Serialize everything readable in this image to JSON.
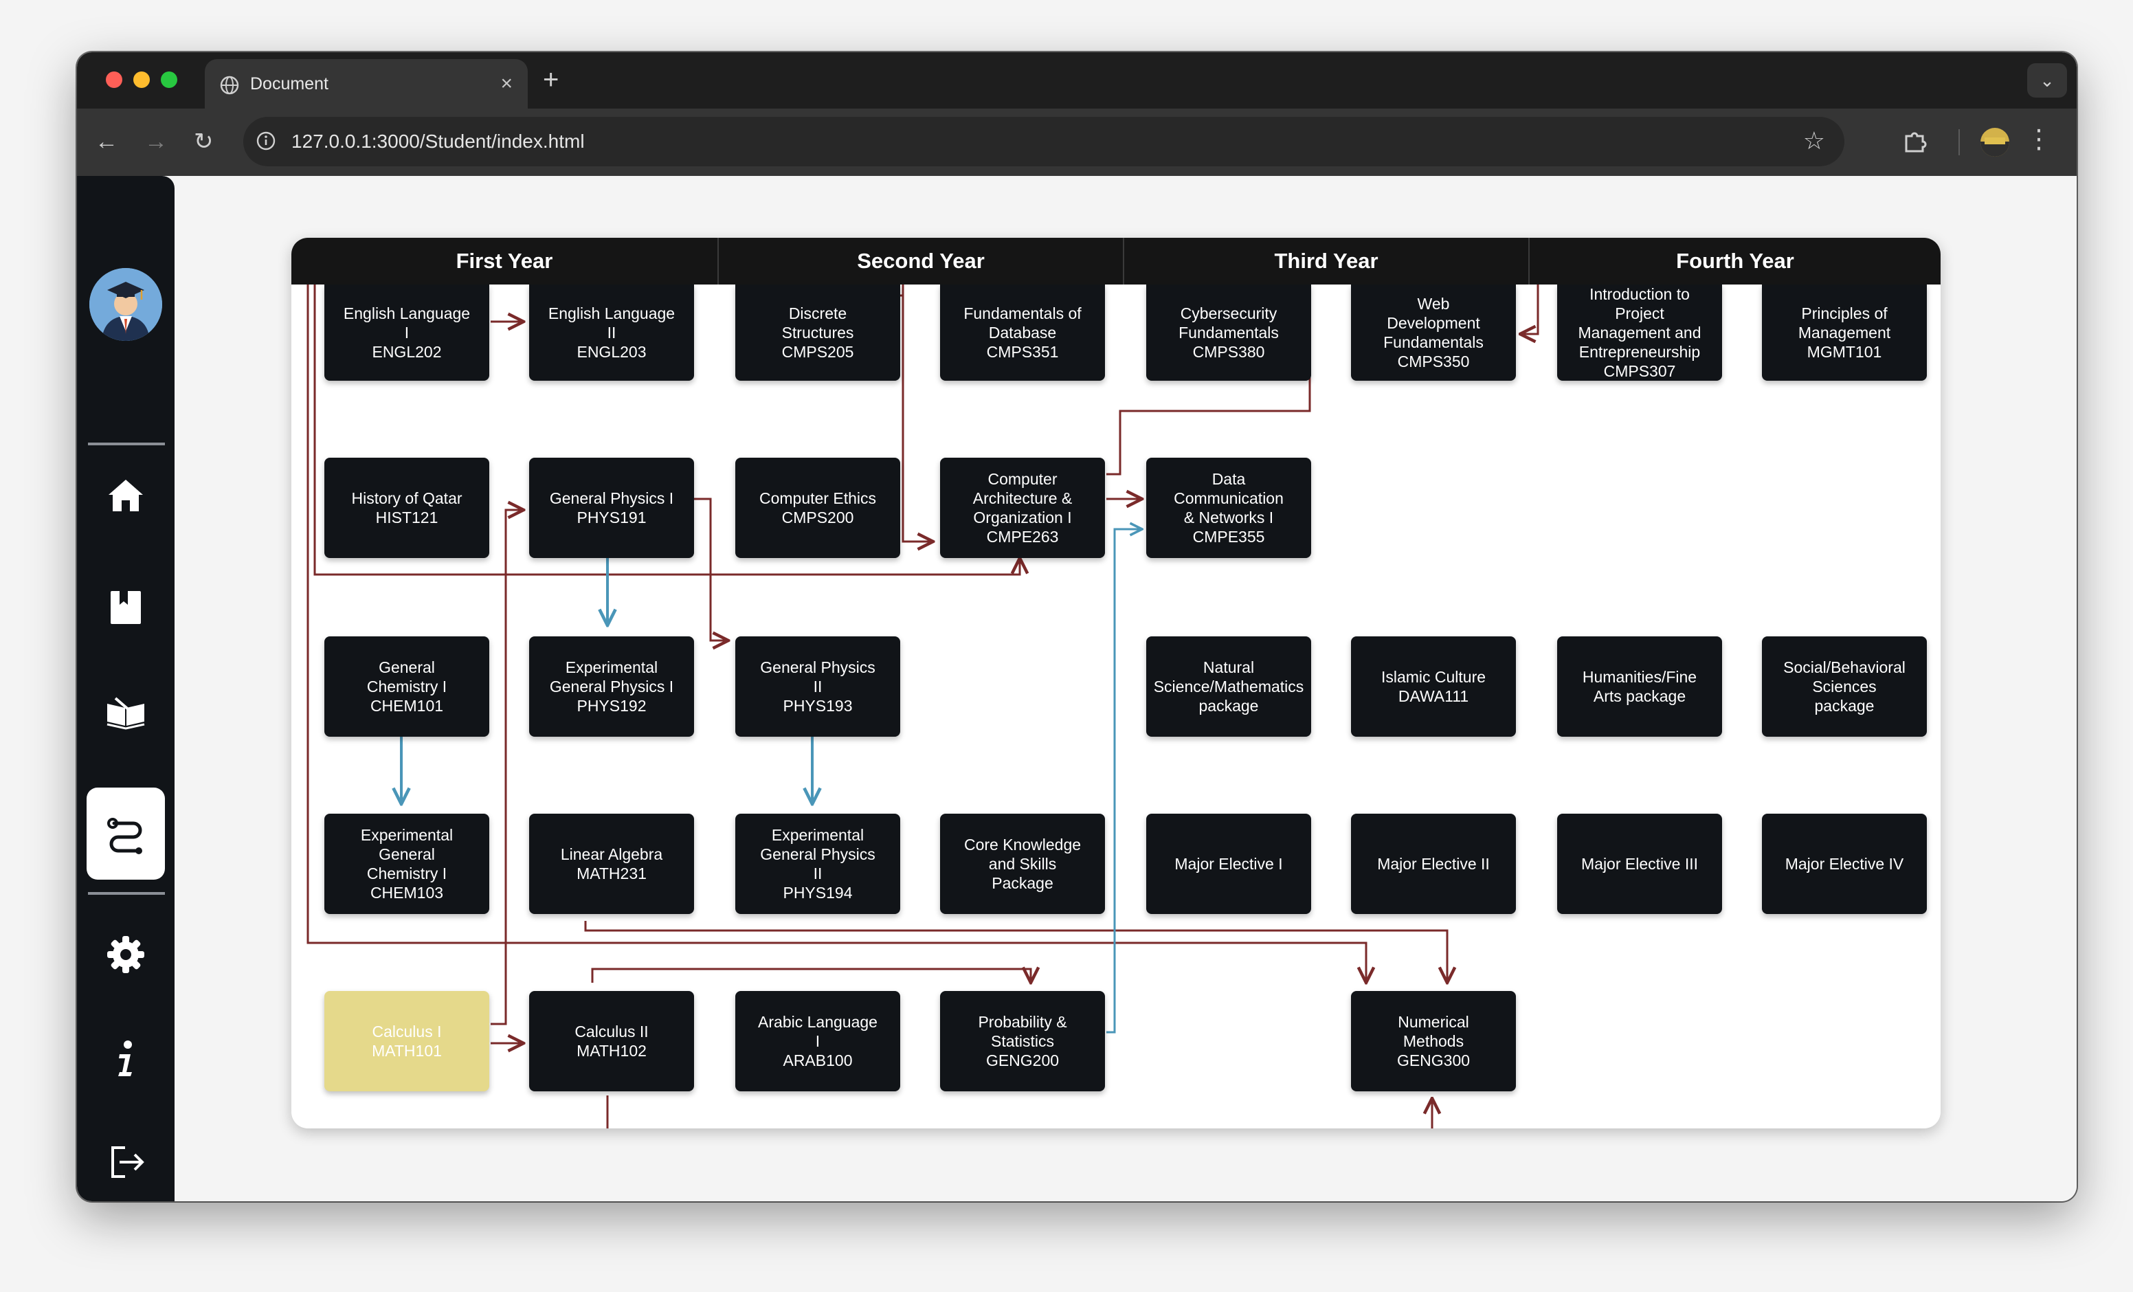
{
  "browser": {
    "tab_title": "Document",
    "tab_close": "×",
    "new_tab": "+",
    "url": "127.0.0.1:3000/Student/index.html"
  },
  "sidebar": {
    "items": [
      {
        "name": "home",
        "icon": "home-icon"
      },
      {
        "name": "bookmark",
        "icon": "bookmark-icon"
      },
      {
        "name": "courses",
        "icon": "open-book-icon"
      },
      {
        "name": "study-plan",
        "icon": "route-icon",
        "active": true
      },
      {
        "name": "settings",
        "icon": "gear-icon"
      },
      {
        "name": "info",
        "icon": "info-icon"
      },
      {
        "name": "logout",
        "icon": "logout-icon"
      }
    ]
  },
  "years": [
    "First Year",
    "Second Year",
    "Third Year",
    "Fourth Year"
  ],
  "colors": {
    "prereq_arrow": "#7a2a2a",
    "coreq_arrow": "#4a96b8",
    "completed_course": "#e5d98b",
    "course_box": "#111418"
  },
  "courses": [
    "English Language\nI\nENGL202",
    "English Language\nII\nENGL203",
    "Discrete\nStructures\nCMPS205",
    "Fundamentals of\nDatabase\nCMPS351",
    "Cybersecurity\nFundamentals\nCMPS380",
    "Web\nDevelopment\nFundamentals\nCMPS350",
    "Introduction to\nProject\nManagement and\nEntrepreneurship\nCMPS307",
    "Principles of\nManagement\nMGMT101",
    "History of Qatar\nHIST121",
    "General Physics I\nPHYS191",
    "Computer Ethics\nCMPS200",
    "Computer\nArchitecture &\nOrganization I\nCMPE263",
    "Data\nCommunication\n& Networks I\nCMPE355",
    "General\nChemistry I\nCHEM101",
    "Experimental\nGeneral Physics I\nPHYS192",
    "General Physics\nII\nPHYS193",
    "Natural\nScience/Mathematics\npackage",
    "Islamic Culture\nDAWA111",
    "Humanities/Fine\nArts package",
    "Social/Behavioral\nSciences\npackage",
    "Experimental\nGeneral\nChemistry I\nCHEM103",
    "Linear Algebra\nMATH231",
    "Experimental\nGeneral Physics\nII\nPHYS194",
    "Core Knowledge\nand Skills\nPackage",
    "Major Elective I",
    "Major Elective II",
    "Major Elective III",
    "Major Elective IV",
    "Calculus I\nMATH101",
    "Calculus II\nMATH102",
    "Arabic Language\nI\nARAB100",
    "Probability &\nStatistics\nGENG200",
    "Numerical\nMethods\nGENG300"
  ]
}
